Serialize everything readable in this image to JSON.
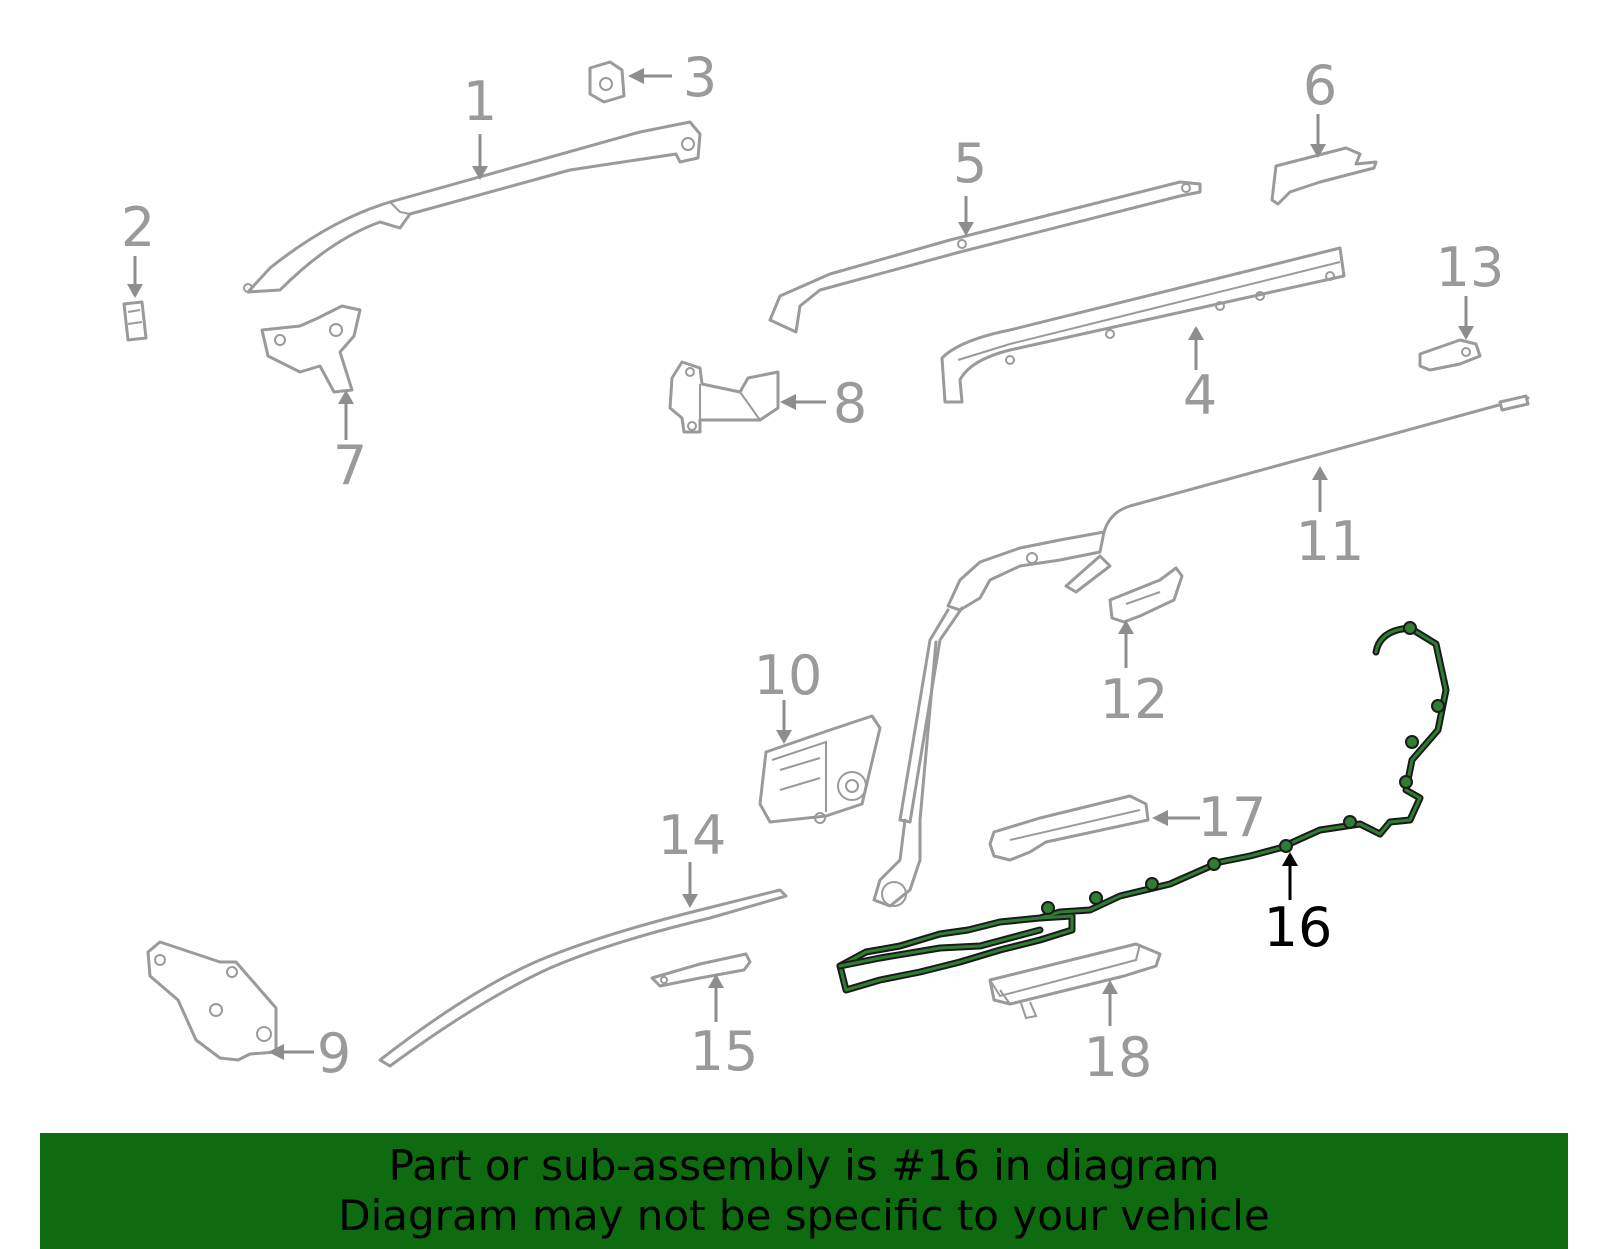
{
  "diagram": {
    "highlight_color": "#2e7d32",
    "callouts": [
      {
        "id": "1",
        "label": "1"
      },
      {
        "id": "2",
        "label": "2"
      },
      {
        "id": "3",
        "label": "3"
      },
      {
        "id": "4",
        "label": "4"
      },
      {
        "id": "5",
        "label": "5"
      },
      {
        "id": "6",
        "label": "6"
      },
      {
        "id": "7",
        "label": "7"
      },
      {
        "id": "8",
        "label": "8"
      },
      {
        "id": "9",
        "label": "9"
      },
      {
        "id": "10",
        "label": "10"
      },
      {
        "id": "11",
        "label": "11"
      },
      {
        "id": "12",
        "label": "12"
      },
      {
        "id": "13",
        "label": "13"
      },
      {
        "id": "14",
        "label": "14"
      },
      {
        "id": "15",
        "label": "15"
      },
      {
        "id": "16",
        "label": "16"
      },
      {
        "id": "17",
        "label": "17"
      },
      {
        "id": "18",
        "label": "18"
      }
    ],
    "highlighted_part": "16"
  },
  "banner": {
    "line1": "Part or sub-assembly is #16 in diagram",
    "line2": "Diagram may not be specific to your vehicle",
    "background_color": "#0f6b0f"
  }
}
